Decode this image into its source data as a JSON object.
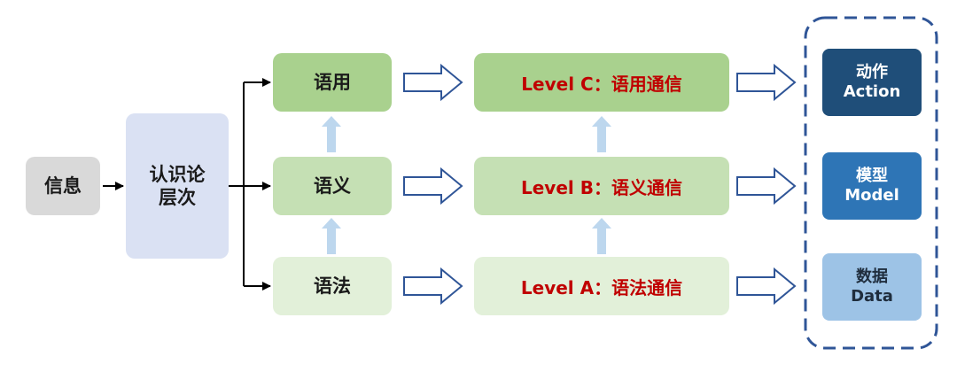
{
  "source": {
    "label": "信息"
  },
  "hub": {
    "line1": "认识论",
    "line2": "层次"
  },
  "layers": [
    {
      "name": "语用",
      "level": "Level C：语用通信"
    },
    {
      "name": "语义",
      "level": "Level B：语义通信"
    },
    {
      "name": "语法",
      "level": "Level A：语法通信"
    }
  ],
  "outputs": [
    {
      "line1": "动作",
      "line2": "Action"
    },
    {
      "line1": "模型",
      "line2": "Model"
    },
    {
      "line1": "数据",
      "line2": "Data"
    }
  ],
  "colors": {
    "source_fill": "#d9d9d9",
    "hub_fill": "#dae1f3",
    "layer_c_fill": "#a9d18e",
    "layer_b_fill": "#c5e0b4",
    "layer_a_fill": "#e2f0d9",
    "level_text": "#c00000",
    "output_action": "#1f4e79",
    "output_model": "#2e75b6",
    "output_data": "#9dc3e6",
    "hollow_arrow_stroke": "#2f5597",
    "up_arrow_fill": "#bdd7ee",
    "dashed_border": "#2f5597"
  }
}
